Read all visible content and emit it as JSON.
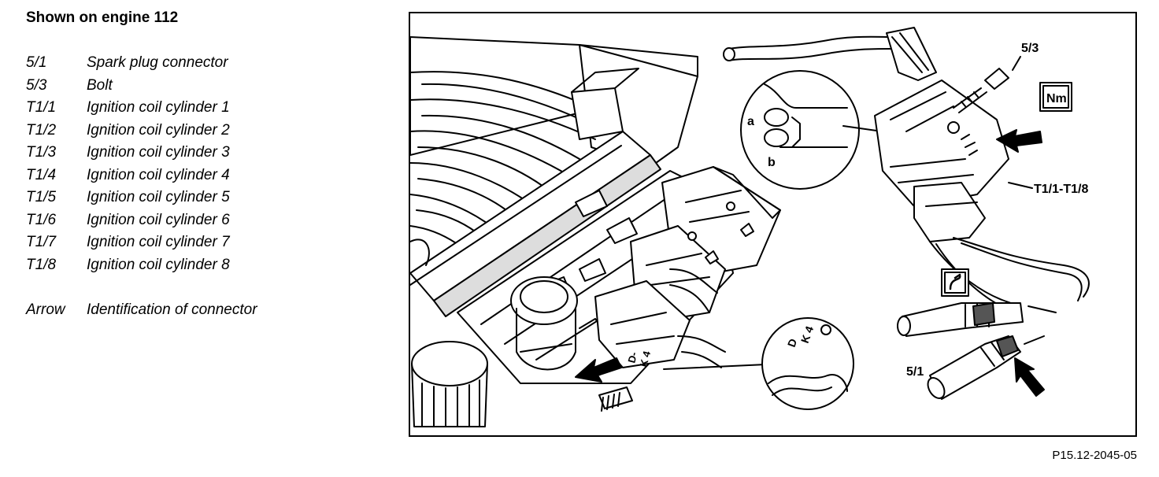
{
  "heading": "Shown on engine 112",
  "legend": [
    {
      "code": "5/1",
      "text": "Spark plug connector"
    },
    {
      "code": "5/3",
      "text": "Bolt"
    },
    {
      "code": "T1/1",
      "text": "Ignition coil cylinder 1"
    },
    {
      "code": "T1/2",
      "text": "Ignition coil cylinder 2"
    },
    {
      "code": "T1/3",
      "text": "Ignition coil cylinder 3"
    },
    {
      "code": "T1/4",
      "text": "Ignition coil cylinder 4"
    },
    {
      "code": "T1/5",
      "text": "Ignition coil cylinder 5"
    },
    {
      "code": "T1/6",
      "text": "Ignition coil cylinder 6"
    },
    {
      "code": "T1/7",
      "text": "Ignition coil cylinder 7"
    },
    {
      "code": "T1/8",
      "text": "Ignition coil cylinder 8"
    }
  ],
  "arrow_entry": {
    "code": "Arrow",
    "text": "Identification of connector"
  },
  "diagram": {
    "label_bolt": "5/3",
    "label_coils": "T1/1-T1/8",
    "label_spark_plug": "5/1",
    "label_torque": "Nm",
    "detail_a": "a",
    "detail_b": "b",
    "detail_marking_top": "D",
    "detail_marking_bottom": "K 4",
    "icons": [
      "torque-symbol-icon",
      "tool-symbol-icon",
      "arrow-icon"
    ]
  },
  "figure_id": "P15.12-2045-05"
}
